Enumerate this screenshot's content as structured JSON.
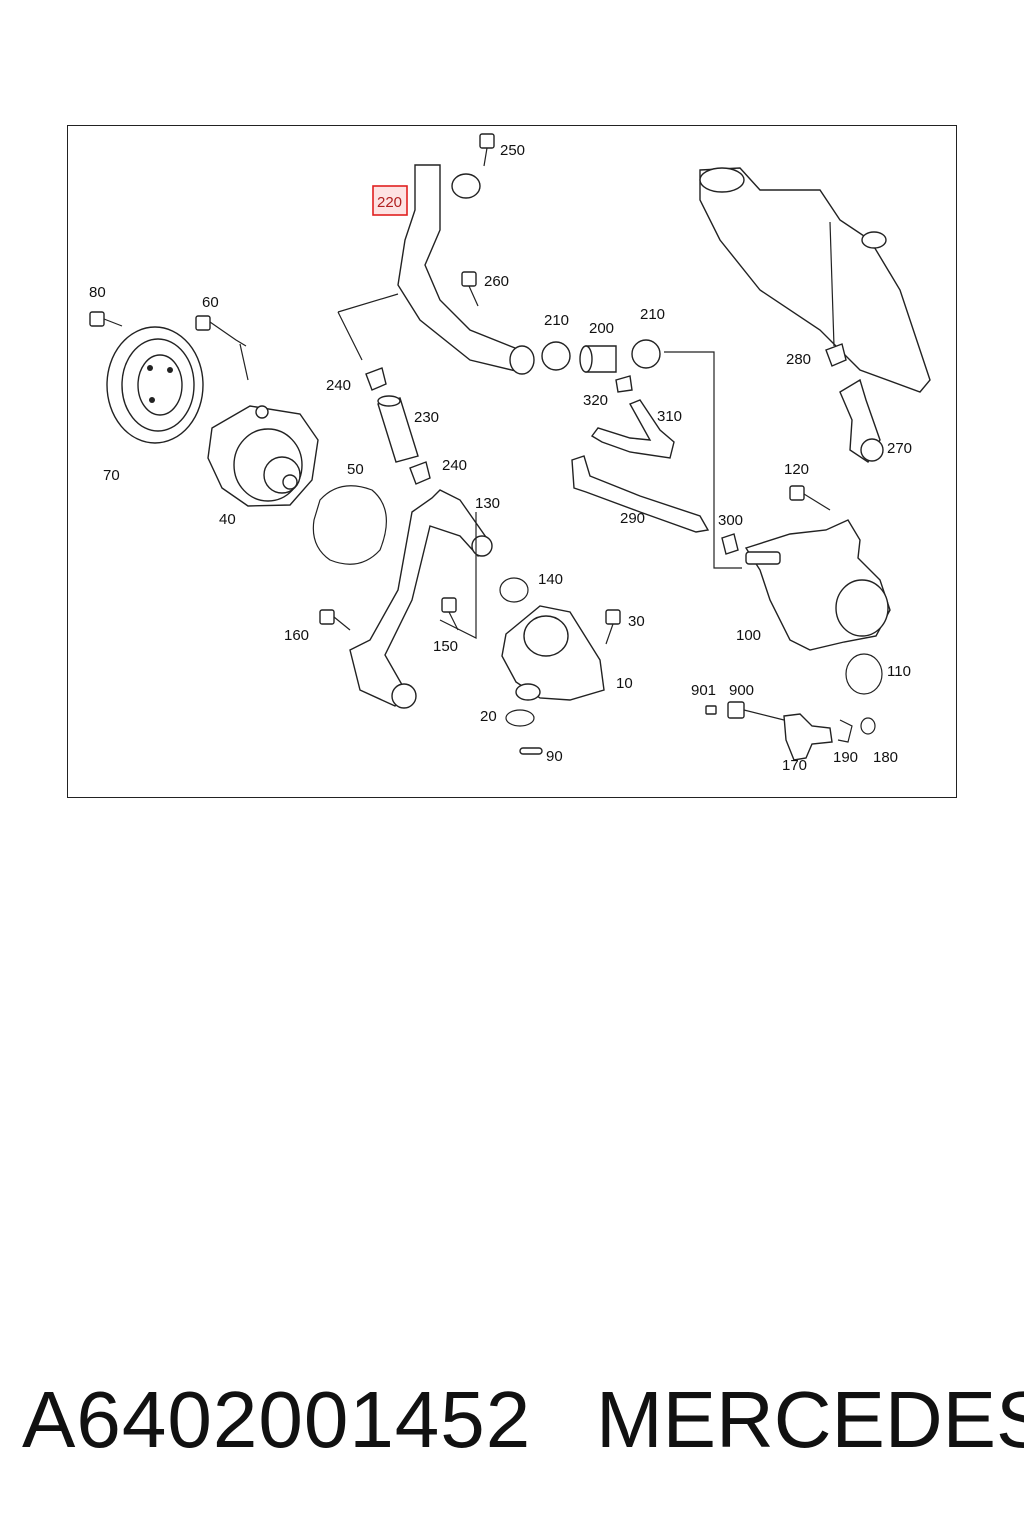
{
  "diagram": {
    "callouts": {
      "c10": "10",
      "c20": "20",
      "c30": "30",
      "c40": "40",
      "c50": "50",
      "c60": "60",
      "c70": "70",
      "c80": "80",
      "c90": "90",
      "c100": "100",
      "c110": "110",
      "c120": "120",
      "c130": "130",
      "c140": "140",
      "c150": "150",
      "c160": "160",
      "c170": "170",
      "c180": "180",
      "c190": "190",
      "c200": "200",
      "c210a": "210",
      "c210b": "210",
      "c220": "220",
      "c230": "230",
      "c240a": "240",
      "c240b": "240",
      "c250": "250",
      "c260": "260",
      "c270": "270",
      "c280": "280",
      "c290": "290",
      "c300": "300",
      "c310": "310",
      "c320": "320",
      "c900": "900",
      "c901": "901"
    },
    "highlight_color": "#e02020"
  },
  "footer": {
    "part_number": "A6402001452",
    "brand": "MERCEDES"
  }
}
